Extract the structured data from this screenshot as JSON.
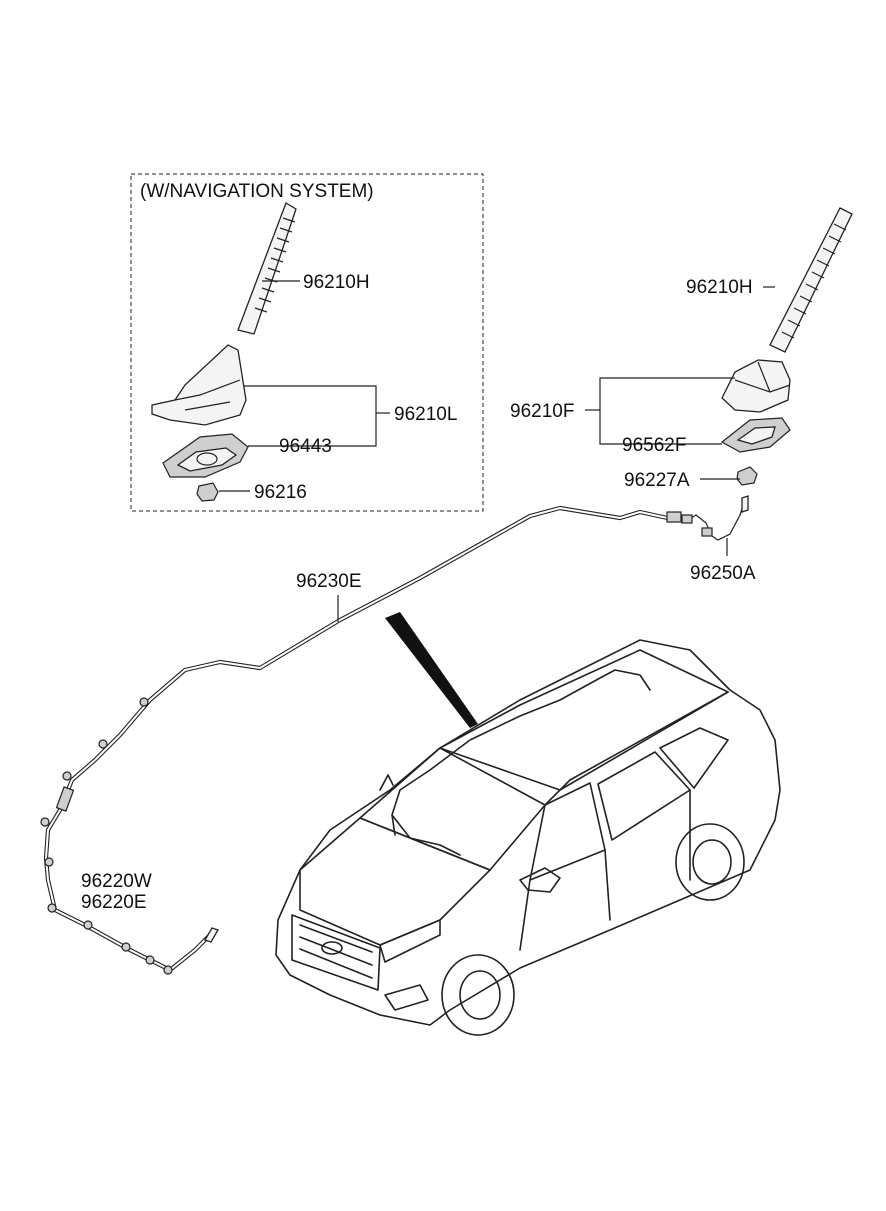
{
  "diagram": {
    "inset_title": "(W/NAVIGATION SYSTEM)",
    "labels": {
      "nav_antenna_rod": "96210H",
      "nav_antenna_assy": "96210L",
      "nav_pad": "96443",
      "nav_nut": "96216",
      "std_antenna_rod": "96210H",
      "std_antenna_assy": "96210F",
      "std_pad": "96562F",
      "std_nut": "96227A",
      "feeder_extension": "96250A",
      "roof_feeder_cable": "96230E",
      "main_feeder_cable_1": "96220W",
      "main_feeder_cable_2": "96220E"
    }
  }
}
